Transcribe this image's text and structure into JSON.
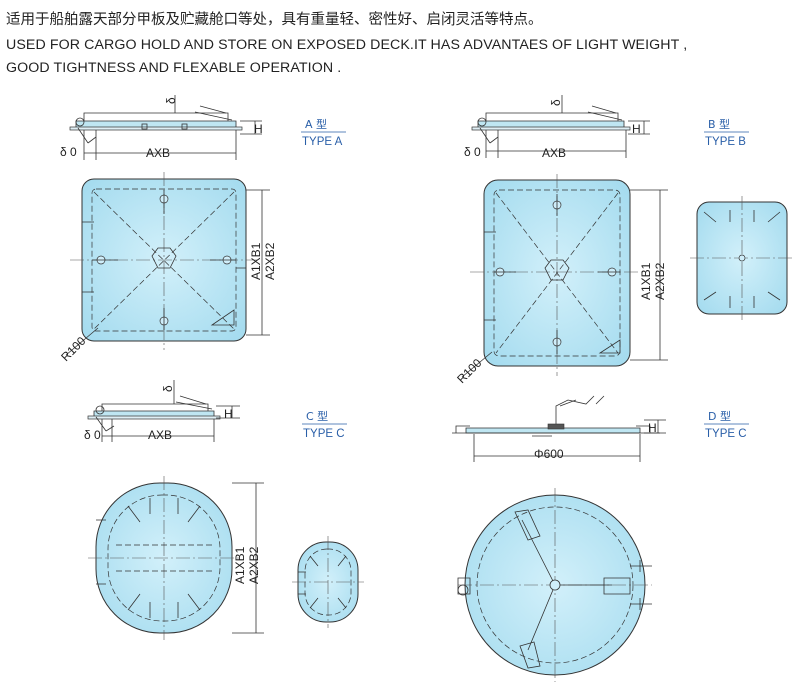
{
  "header": {
    "cn": "适用于船舶露天部分甲板及贮藏舱口等处，具有重量轻、密性好、启闭灵活等特点。",
    "en_line1": "USED FOR CARGO HOLD AND STORE ON EXPOSED DECK.IT HAS ADVANTAES OF LIGHT WEIGHT ,",
    "en_line2": "GOOD TIGHTNESS AND FLEXABLE OPERATION ."
  },
  "colors": {
    "fill": "#b3e3f2",
    "fill_dark": "#8fcfe6",
    "edge": "#333333",
    "type_label": "#2a5fa8"
  },
  "labels": {
    "delta": "δ",
    "delta0": "δ 0",
    "h": "H",
    "axb": "AXB",
    "a1xb1": "A1XB1",
    "a2xb2": "A2XB2",
    "r100": "R100",
    "phi600": "Φ600"
  },
  "types": {
    "a": {
      "cn": "A  型",
      "en": "TYPE A"
    },
    "b": {
      "cn": "B  型",
      "en": "TYPE B"
    },
    "c": {
      "cn": "C  型",
      "en": "TYPE C"
    },
    "d": {
      "cn": "D  型",
      "en": "TYPE C"
    }
  }
}
